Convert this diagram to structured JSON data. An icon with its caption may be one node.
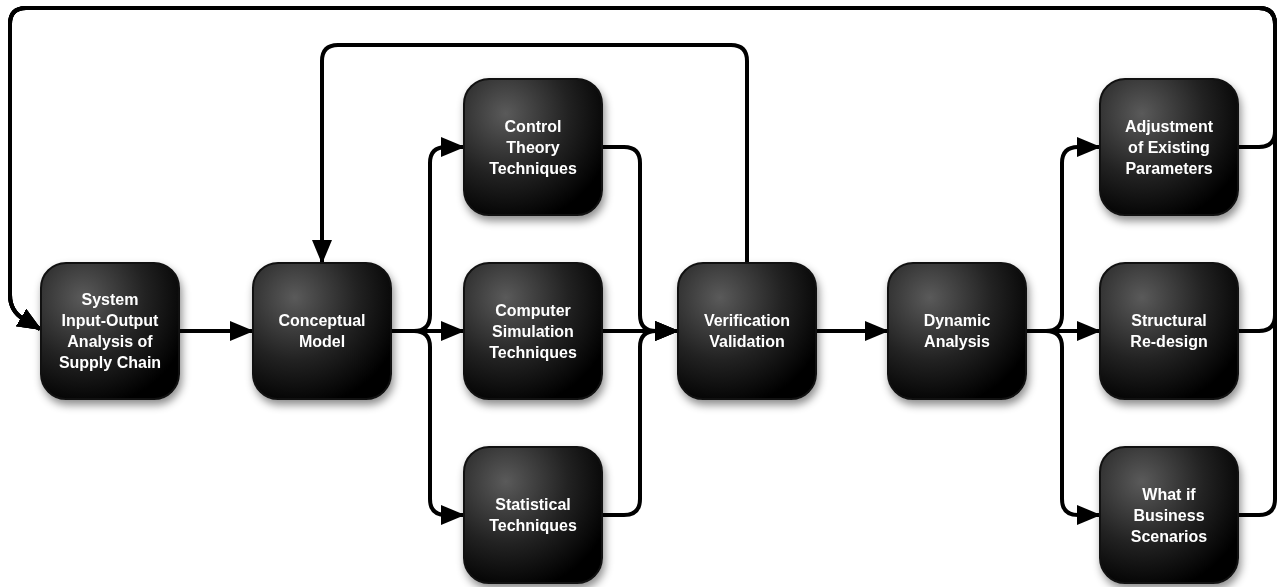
{
  "diagram": {
    "nodes": [
      {
        "text": [
          "System Input-Output Analysis of Supply Chain"
        ]
      },
      {
        "text": [
          "Conceptual Model"
        ]
      },
      {
        "text": [
          "Control Theory Techniques"
        ]
      },
      {
        "text": [
          "Computer Simulation Techniques"
        ]
      },
      {
        "text": [
          "Statistical Techniques"
        ]
      },
      {
        "text": [
          "Verification Validation"
        ]
      },
      {
        "text": [
          "Dynamic Analysis"
        ]
      },
      {
        "text": [
          "Adjustment of Existing Parameters"
        ]
      },
      {
        "text": [
          "Structural Re-design"
        ]
      },
      {
        "text": [
          "What if Business Scenarios"
        ]
      }
    ],
    "edges": [
      {
        "from": 0,
        "to": 1,
        "arrow": "to"
      },
      {
        "from": 1,
        "to": 2,
        "arrow": "to"
      },
      {
        "from": 1,
        "to": 3,
        "arrow": "to"
      },
      {
        "from": 1,
        "to": 4,
        "arrow": "to"
      },
      {
        "from": 2,
        "to": 5,
        "arrow": "to"
      },
      {
        "from": 3,
        "to": 5,
        "arrow": "to"
      },
      {
        "from": 4,
        "to": 5,
        "arrow": "to"
      },
      {
        "from": 5,
        "to": 1,
        "arrow": "to"
      },
      {
        "from": 5,
        "to": 6,
        "arrow": "to"
      },
      {
        "from": 6,
        "to": 7,
        "arrow": "to"
      },
      {
        "from": 6,
        "to": 8,
        "arrow": "to"
      },
      {
        "from": 6,
        "to": 9,
        "arrow": "to"
      },
      {
        "from": 7,
        "to": 0,
        "arrow": "to"
      },
      {
        "from": 8,
        "to": 0,
        "arrow": "to"
      },
      {
        "from": 9,
        "to": 0,
        "arrow": "to"
      }
    ]
  }
}
